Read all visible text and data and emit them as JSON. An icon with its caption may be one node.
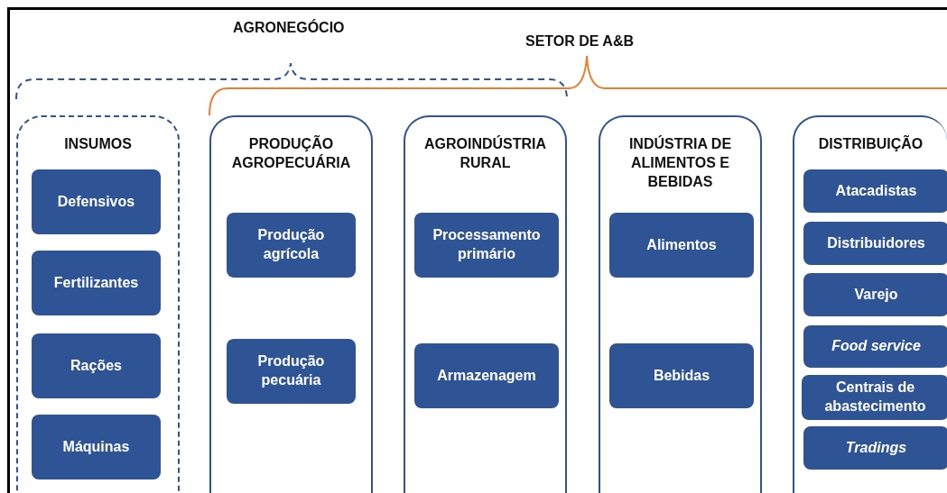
{
  "diagram": {
    "nodes": [
      {
        "text": [
          "INSUMOS"
        ]
      },
      {
        "text": [
          "Defensivos"
        ],
        "in": 0
      },
      {
        "text": [
          "Fertilizantes"
        ],
        "in": 0
      },
      {
        "text": [
          "Rações"
        ],
        "in": 0
      },
      {
        "text": [
          "Máquinas"
        ],
        "in": 0
      },
      {
        "text": [
          "PRODUÇÃO AGROPECUÁRIA"
        ]
      },
      {
        "text": [
          "Produção agrícola"
        ],
        "in": 5
      },
      {
        "text": [
          "Produção pecuária"
        ],
        "in": 5
      },
      {
        "text": [
          "AGROINDÚSTRIA RURAL"
        ]
      },
      {
        "text": [
          "Processamento primário"
        ],
        "in": 8
      },
      {
        "text": [
          "Armazenagem"
        ],
        "in": 8
      },
      {
        "text": [
          "INDÚSTRIA DE ALIMENTOS E BEBIDAS"
        ]
      },
      {
        "text": [
          "Alimentos"
        ],
        "in": 11
      },
      {
        "text": [
          "Bebidas"
        ],
        "in": 11
      },
      {
        "text": [
          "DISTRIBUIÇÃO"
        ]
      },
      {
        "text": [
          "Atacadistas"
        ],
        "in": 14
      },
      {
        "text": [
          "Distribuidores"
        ],
        "in": 14
      },
      {
        "text": [
          "Varejo"
        ],
        "in": 14
      },
      {
        "text": [
          "Food service"
        ],
        "in": 14
      },
      {
        "text": [
          "Centrais de abastecimento"
        ],
        "in": 14
      },
      {
        "text": [
          "Tradings"
        ],
        "in": 14
      }
    ],
    "edges": [],
    "labels": [
      "AGRONEGÓCIO",
      "SETOR DE A&B"
    ]
  }
}
